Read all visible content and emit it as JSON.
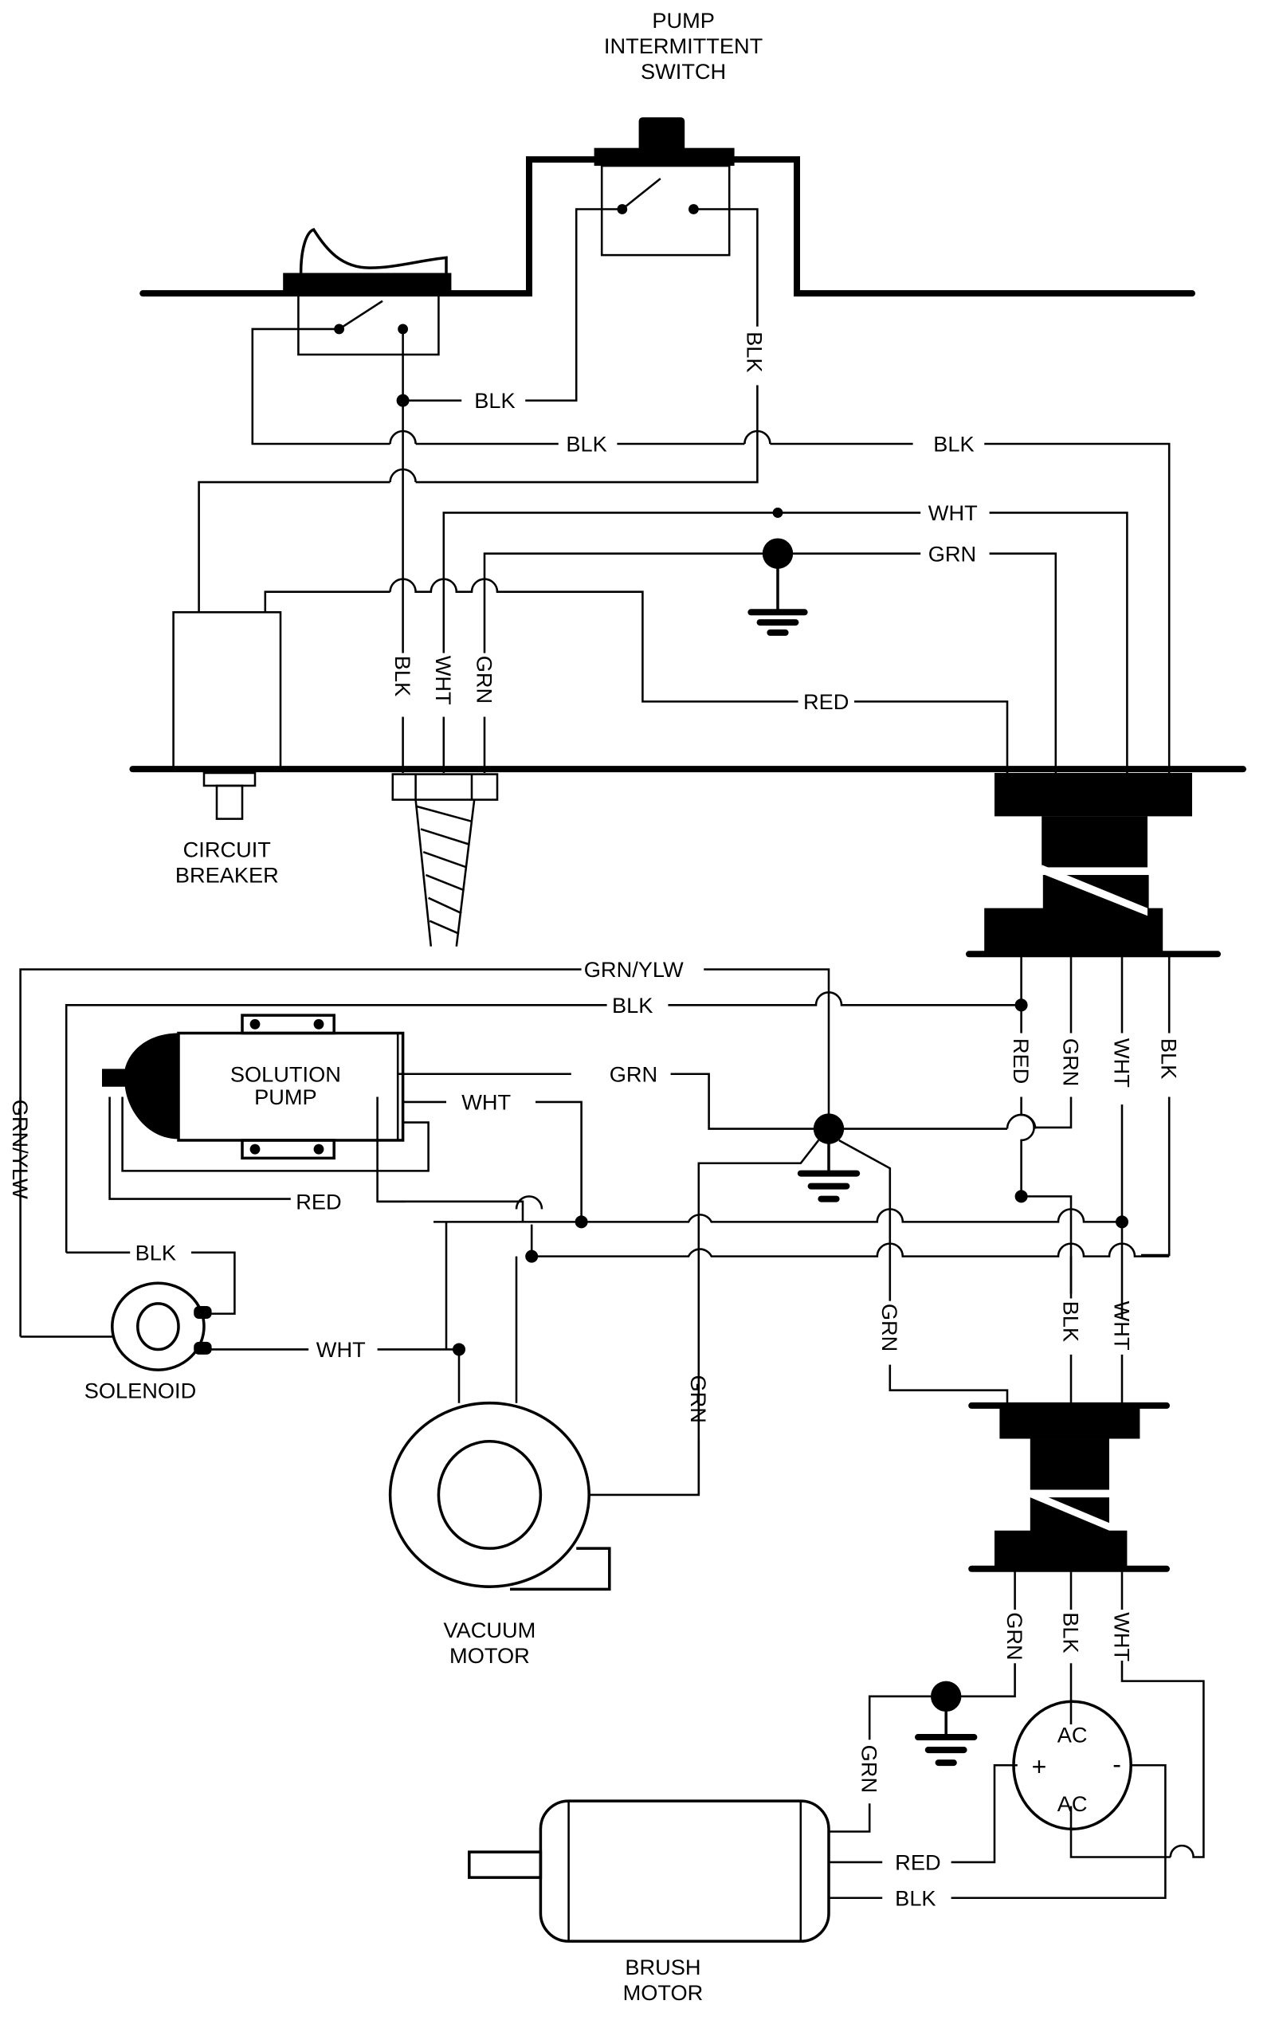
{
  "diagram": {
    "title": "Wiring diagram - carpet extractor",
    "components": {
      "pump_switch": [
        "PUMP",
        "INTERMITTENT",
        "SWITCH"
      ],
      "circuit_breaker": [
        "CIRCUIT",
        "BREAKER"
      ],
      "solution_pump": [
        "SOLUTION",
        "PUMP"
      ],
      "solenoid": "SOLENOID",
      "vacuum_motor": [
        "VACUUM",
        "MOTOR"
      ],
      "brush_motor": [
        "BRUSH",
        "MOTOR"
      ],
      "rectifier": {
        "top": "AC",
        "bottom": "AC",
        "plus": "+",
        "minus": "-"
      }
    },
    "wire_labels": {
      "blk_switch": "BLK",
      "blk_vert_pump": "BLK",
      "blk_row_a": "BLK",
      "blk_row_b": "BLK",
      "wht_top": "WHT",
      "grn_top": "GRN",
      "red_top": "RED",
      "cord_blk": "BLK",
      "cord_wht": "WHT",
      "cord_grn": "GRN",
      "grnylw_top": "GRN/YLW",
      "blk_mid": "BLK",
      "grnylw_left": "GRN/YLW",
      "pump_grn": "GRN",
      "pump_wht": "WHT",
      "pump_red": "RED",
      "sol_blk": "BLK",
      "sol_wht": "WHT",
      "conn1_red": "RED",
      "conn1_grn": "GRN",
      "conn1_wht": "WHT",
      "conn1_blk": "BLK",
      "vac_grn": "GRN",
      "grn_mid": "GRN",
      "blk_lower": "BLK",
      "wht_lower": "WHT",
      "conn2_grn": "GRN",
      "conn2_blk": "BLK",
      "conn2_wht": "WHT",
      "brush_grn": "GRN",
      "brush_red": "RED",
      "brush_blk": "BLK"
    }
  }
}
